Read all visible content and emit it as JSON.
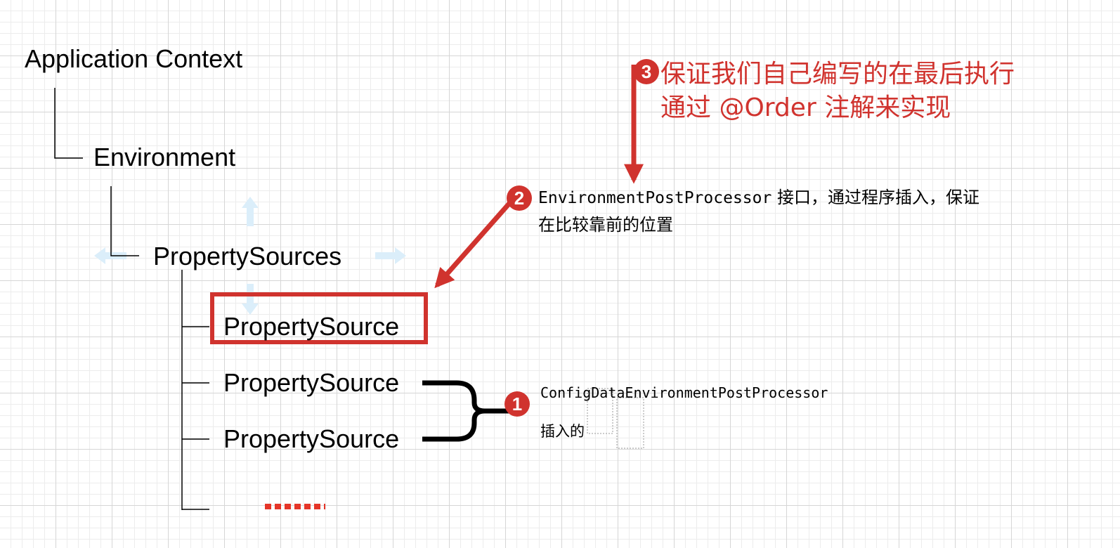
{
  "tree": {
    "application_context": "Application Context",
    "environment": "Environment",
    "property_sources": "PropertySources",
    "property_source_items": [
      "PropertySource",
      "PropertySource",
      "PropertySource"
    ],
    "ellipsis": "......"
  },
  "annotations": {
    "note1": {
      "badge": "1",
      "line1": "ConfigDataEnvironmentPostProcessor",
      "line2": "插入的"
    },
    "note2": {
      "badge": "2",
      "class_name": "EnvironmentPostProcessor",
      "line1_rest": " 接口，通过程序插入，保证",
      "line2": "在比较靠前的位置"
    },
    "note3": {
      "badge": "3",
      "line1": "保证我们自己编写的在最后执行",
      "line2": "通过 @Order 注解来实现"
    }
  },
  "colors": {
    "accent_red": "#d0332e",
    "tree_line": "#000000",
    "grid": "#d6d6d6",
    "move_arrows": "#dbeefa"
  },
  "icons": [
    "move-arrows-icon",
    "bracket-icon",
    "ellipsis-dots-icon"
  ]
}
